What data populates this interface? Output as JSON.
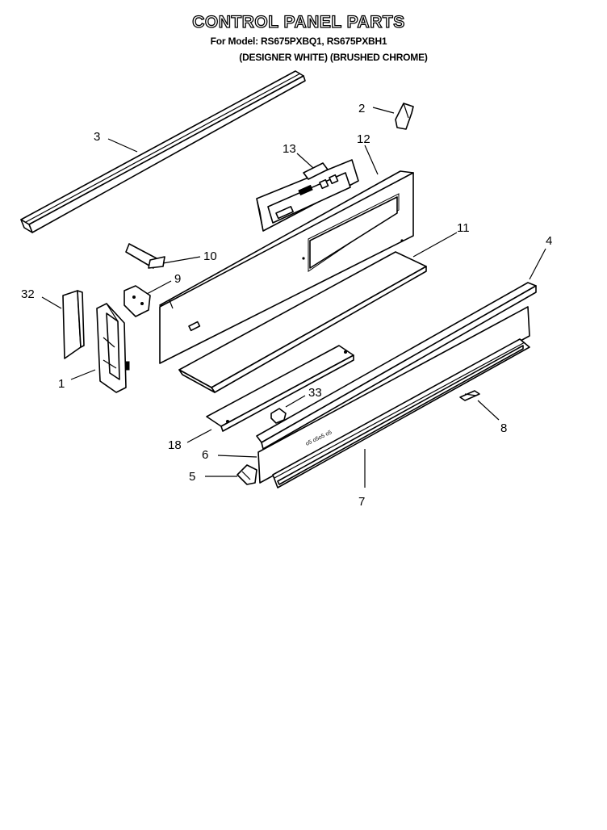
{
  "header": {
    "title": "CONTROL PANEL PARTS",
    "model_line": "For Model: RS675PXBQ1, RS675PXBH1",
    "finish_line": "(DESIGNER WHITE) (BRUSHED CHROME)"
  },
  "callouts": {
    "c1": "1",
    "c2": "2",
    "c3": "3",
    "c4": "4",
    "c5": "5",
    "c6": "6",
    "c7": "7",
    "c8": "8",
    "c9": "9",
    "c10": "10",
    "c11": "11",
    "c12": "12",
    "c13": "13",
    "c18": "18",
    "c32": "32",
    "c33": "33"
  }
}
